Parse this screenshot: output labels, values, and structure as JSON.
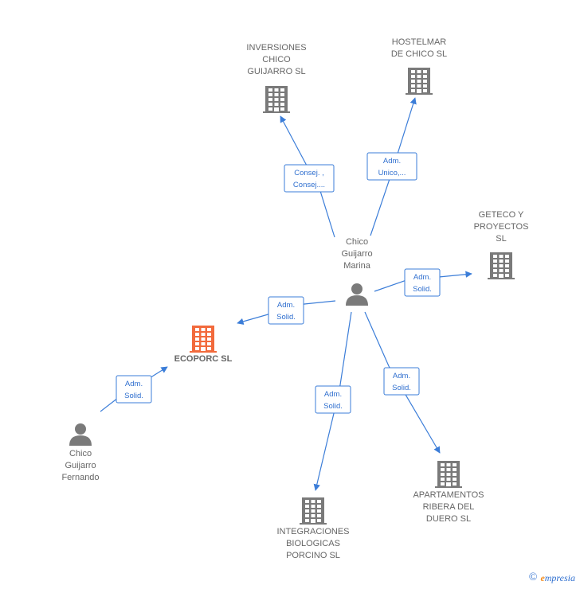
{
  "colors": {
    "company": "#7a7a7a",
    "company_highlight": "#f26a3c",
    "person": "#7a7a7a",
    "edge": "#3b7dd8",
    "label": "#666666"
  },
  "nodes": [
    {
      "id": "inversiones",
      "type": "company",
      "lines": [
        "INVERSIONES",
        "CHICO",
        "GUIJARRO  SL"
      ]
    },
    {
      "id": "hostelmar",
      "type": "company",
      "lines": [
        "HOSTELMAR",
        "DE CHICO  SL"
      ]
    },
    {
      "id": "geteco",
      "type": "company",
      "lines": [
        "GETECO Y",
        "PROYECTOS",
        "SL"
      ]
    },
    {
      "id": "marina",
      "type": "person",
      "lines": [
        "Chico",
        "Guijarro",
        "Marina"
      ]
    },
    {
      "id": "ecoporc",
      "type": "company_highlight",
      "lines": [
        "ECOPORC  SL"
      ]
    },
    {
      "id": "fernando",
      "type": "person",
      "lines": [
        "Chico",
        "Guijarro",
        "Fernando"
      ]
    },
    {
      "id": "integraciones",
      "type": "company",
      "lines": [
        "INTEGRACIONES",
        "BIOLOGICAS",
        "PORCINO  SL"
      ]
    },
    {
      "id": "apartamentos",
      "type": "company",
      "lines": [
        "APARTAMENTOS",
        "RIBERA DEL",
        "DUERO  SL"
      ]
    }
  ],
  "edges": [
    {
      "from": "marina",
      "to": "inversiones",
      "label": [
        "Consej. ,",
        "Consej...."
      ]
    },
    {
      "from": "marina",
      "to": "hostelmar",
      "label": [
        "Adm.",
        "Unico,..."
      ]
    },
    {
      "from": "marina",
      "to": "geteco",
      "label": [
        "Adm.",
        "Solid."
      ]
    },
    {
      "from": "marina",
      "to": "ecoporc",
      "label": [
        "Adm.",
        "Solid."
      ]
    },
    {
      "from": "marina",
      "to": "integraciones",
      "label": [
        "Adm.",
        "Solid."
      ]
    },
    {
      "from": "marina",
      "to": "apartamentos",
      "label": [
        "Adm.",
        "Solid."
      ]
    },
    {
      "from": "fernando",
      "to": "ecoporc",
      "label": [
        "Adm.",
        "Solid."
      ]
    }
  ],
  "watermark": {
    "symbol": "©",
    "brand_initial": "e",
    "brand_rest": "mpresia"
  }
}
